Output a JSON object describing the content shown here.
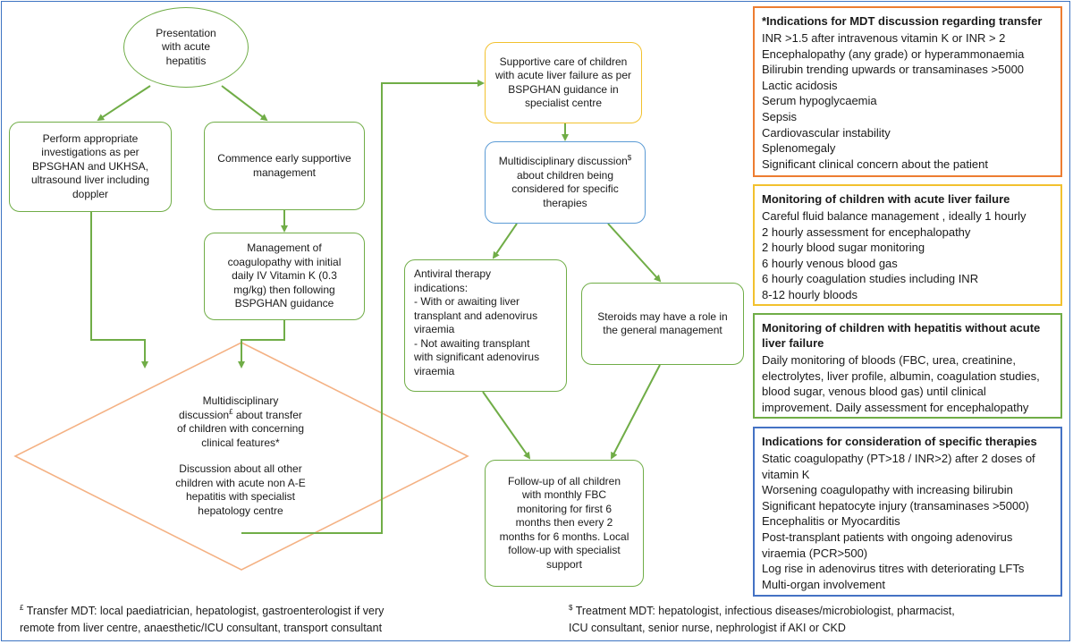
{
  "flow": {
    "presentation": "Presentation\nwith acute\nhepatitis",
    "investigations": "Perform appropriate\ninvestigations as per\nBPSGHAN and UKHSA,\nultrasound liver including\ndoppler",
    "early_support": "Commence early supportive\nmanagement",
    "coagulopathy": "Management of\ncoagulopathy with initial\ndaily IV Vitamin K (0.3\nmg/kg) then following\nBSPGHAN guidance",
    "mdt_transfer_part1": "Multidisciplinary",
    "mdt_transfer_part2": "discussion",
    "mdt_transfer_sup": "£",
    "mdt_transfer_part3": " about transfer\nof children with concerning\nclinical features*",
    "mdt_transfer_other": "Discussion about all other\nchildren with acute non A-E\nhepatitis with specialist\nhepatology centre",
    "supportive_care": "Supportive care of children\nwith acute liver failure as per\nBSPGHAN guidance in\nspecialist centre",
    "mdt_treatment_part1": "Multidisciplinary discussion",
    "mdt_treatment_sup": "$",
    "mdt_treatment_part2": "\nabout children being\nconsidered for specific\ntherapies",
    "antiviral": "Antiviral therapy\nindications:\n- With or awaiting liver\ntransplant and adenovirus\nviraemia\n- Not awaiting transplant\nwith significant adenovirus\nviraemia",
    "steroids": "Steroids may have a role in\nthe general management",
    "followup": "Follow-up of all children\nwith monthly FBC\nmonitoring for first 6\nmonths then every 2\nmonths for 6 months. Local\nfollow-up with specialist\nsupport"
  },
  "panels": {
    "transfer": {
      "title": "*Indications for MDT discussion regarding transfer",
      "items": [
        "INR >1.5 after intravenous vitamin K  or INR > 2",
        "Encephalopathy (any grade) or hyperammonaemia",
        "Bilirubin trending upwards or transaminases >5000",
        "Lactic acidosis",
        "Serum hypoglycaemia",
        "Sepsis",
        "Cardiovascular instability",
        "Splenomegaly",
        "Significant clinical concern about the patient"
      ]
    },
    "alf_monitoring": {
      "title": "Monitoring of children with acute liver failure",
      "items": [
        "Careful fluid balance management , ideally 1 hourly",
        "2 hourly assessment for encephalopathy",
        "2 hourly blood sugar monitoring",
        "6 hourly venous blood gas",
        "6 hourly coagulation studies including INR",
        "8-12 hourly bloods"
      ]
    },
    "hepatitis_monitoring": {
      "title": "Monitoring of children with hepatitis without acute liver failure",
      "body": "Daily monitoring of bloods (FBC, urea, creatinine, electrolytes, liver profile, albumin, coagulation studies, blood sugar, venous blood gas) until clinical improvement. Daily assessment for encephalopathy"
    },
    "therapies": {
      "title": "Indications for consideration of specific therapies",
      "items": [
        "Static coagulopathy (PT>18 / INR>2) after 2 doses of vitamin K",
        "Worsening coagulopathy with increasing bilirubin",
        "Significant hepatocyte injury (transaminases >5000)",
        "Encephalitis or Myocarditis",
        "Post-transplant patients with ongoing adenovirus viraemia (PCR>500)",
        "Log rise in adenovirus titres with deteriorating LFTs",
        "Multi-organ involvement"
      ]
    }
  },
  "footnotes": {
    "transfer_sup": "£",
    "transfer": " Transfer MDT: local paediatrician, hepatologist, gastroenterologist if very\nremote from liver centre, anaesthetic/ICU consultant, transport consultant",
    "treatment_sup": "$",
    "treatment": " Treatment MDT: hepatologist, infectious diseases/microbiologist, pharmacist,\nICU consultant, senior nurse, nephrologist if AKI or CKD"
  },
  "colors": {
    "arrow": "#70ad47",
    "diamond": "#f4b183",
    "transfer_panel": "#ed7d31",
    "alf_panel": "#f2c12e",
    "hepatitis_panel": "#70ad47",
    "therapies_panel": "#4472c4"
  }
}
